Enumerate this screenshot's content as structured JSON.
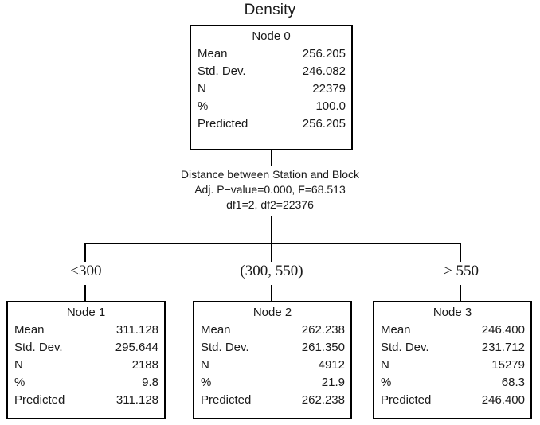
{
  "chart_data": {
    "type": "tree",
    "title": "Density",
    "target_variable": "Density",
    "root": {
      "id": "node-0",
      "header": "Node 0",
      "rows": [
        {
          "label": "Mean",
          "value": "256.205"
        },
        {
          "label": "Std. Dev.",
          "value": "246.082"
        },
        {
          "label": "N",
          "value": "22379"
        },
        {
          "label": "%",
          "value": "100.0"
        },
        {
          "label": "Predicted",
          "value": "256.205"
        }
      ]
    },
    "split": {
      "variable": "Distance between Station and Block",
      "statistics": "Adj. P−value=0.000, F=68.513",
      "degrees_of_freedom": "df1=2, df2=22376"
    },
    "children": [
      {
        "id": "node-1",
        "branch_label": "≤300",
        "header": "Node 1",
        "rows": [
          {
            "label": "Mean",
            "value": "311.128"
          },
          {
            "label": "Std. Dev.",
            "value": "295.644"
          },
          {
            "label": "N",
            "value": "2188"
          },
          {
            "label": "%",
            "value": "9.8"
          },
          {
            "label": "Predicted",
            "value": "311.128"
          }
        ]
      },
      {
        "id": "node-2",
        "branch_label": "(300, 550)",
        "header": "Node 2",
        "rows": [
          {
            "label": "Mean",
            "value": "262.238"
          },
          {
            "label": "Std. Dev.",
            "value": "261.350"
          },
          {
            "label": "N",
            "value": "4912"
          },
          {
            "label": "%",
            "value": "21.9"
          },
          {
            "label": "Predicted",
            "value": "262.238"
          }
        ]
      },
      {
        "id": "node-3",
        "branch_label": "> 550",
        "header": "Node 3",
        "rows": [
          {
            "label": "Mean",
            "value": "246.400"
          },
          {
            "label": "Std. Dev.",
            "value": "231.712"
          },
          {
            "label": "N",
            "value": "15279"
          },
          {
            "label": "%",
            "value": "68.3"
          },
          {
            "label": "Predicted",
            "value": "246.400"
          }
        ]
      }
    ],
    "colors": {
      "background": "#ffffff",
      "box_border": "#000000",
      "line": "#000000",
      "text": "#1a1a1a"
    }
  }
}
